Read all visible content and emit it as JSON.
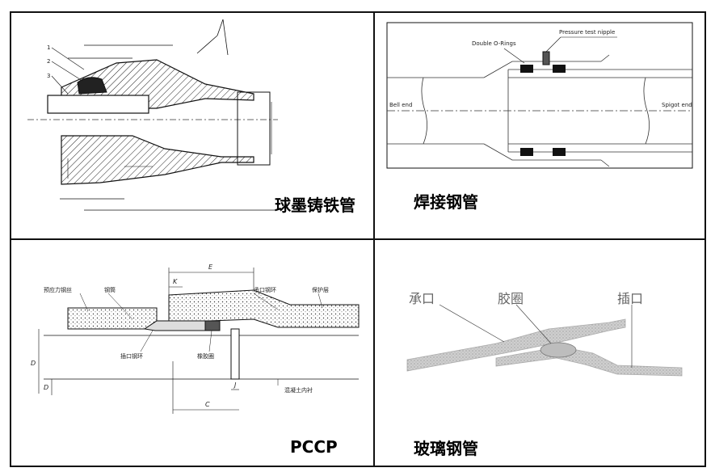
{
  "panels": {
    "ductile_iron": {
      "caption": "球墨铸铁管"
    },
    "welded_steel": {
      "caption": "焊接钢管",
      "labels": {
        "pressure_nipple": "Pressure test nipple",
        "o_rings": "Double O-Rings",
        "bell_end": "Bell end",
        "spigot_end": "Spigot end"
      }
    },
    "pccp": {
      "caption": "PCCP",
      "labels": {
        "wire": "预应力钢丝",
        "cylinder": "钢筒",
        "bell_ring": "承口钢环",
        "coating": "保护层",
        "spigot_ring": "插口钢环",
        "gasket": "橡胶圈",
        "lining": "混凝土内衬",
        "dim_e": "E",
        "dim_k": "K",
        "dim_j": "J",
        "dim_c": "C",
        "dim_d1": "D",
        "dim_d0": "D"
      }
    },
    "glass_steel": {
      "caption": "玻璃钢管",
      "labels": {
        "socket": "承口",
        "gasket": "胶圈",
        "spigot": "插口"
      }
    }
  }
}
